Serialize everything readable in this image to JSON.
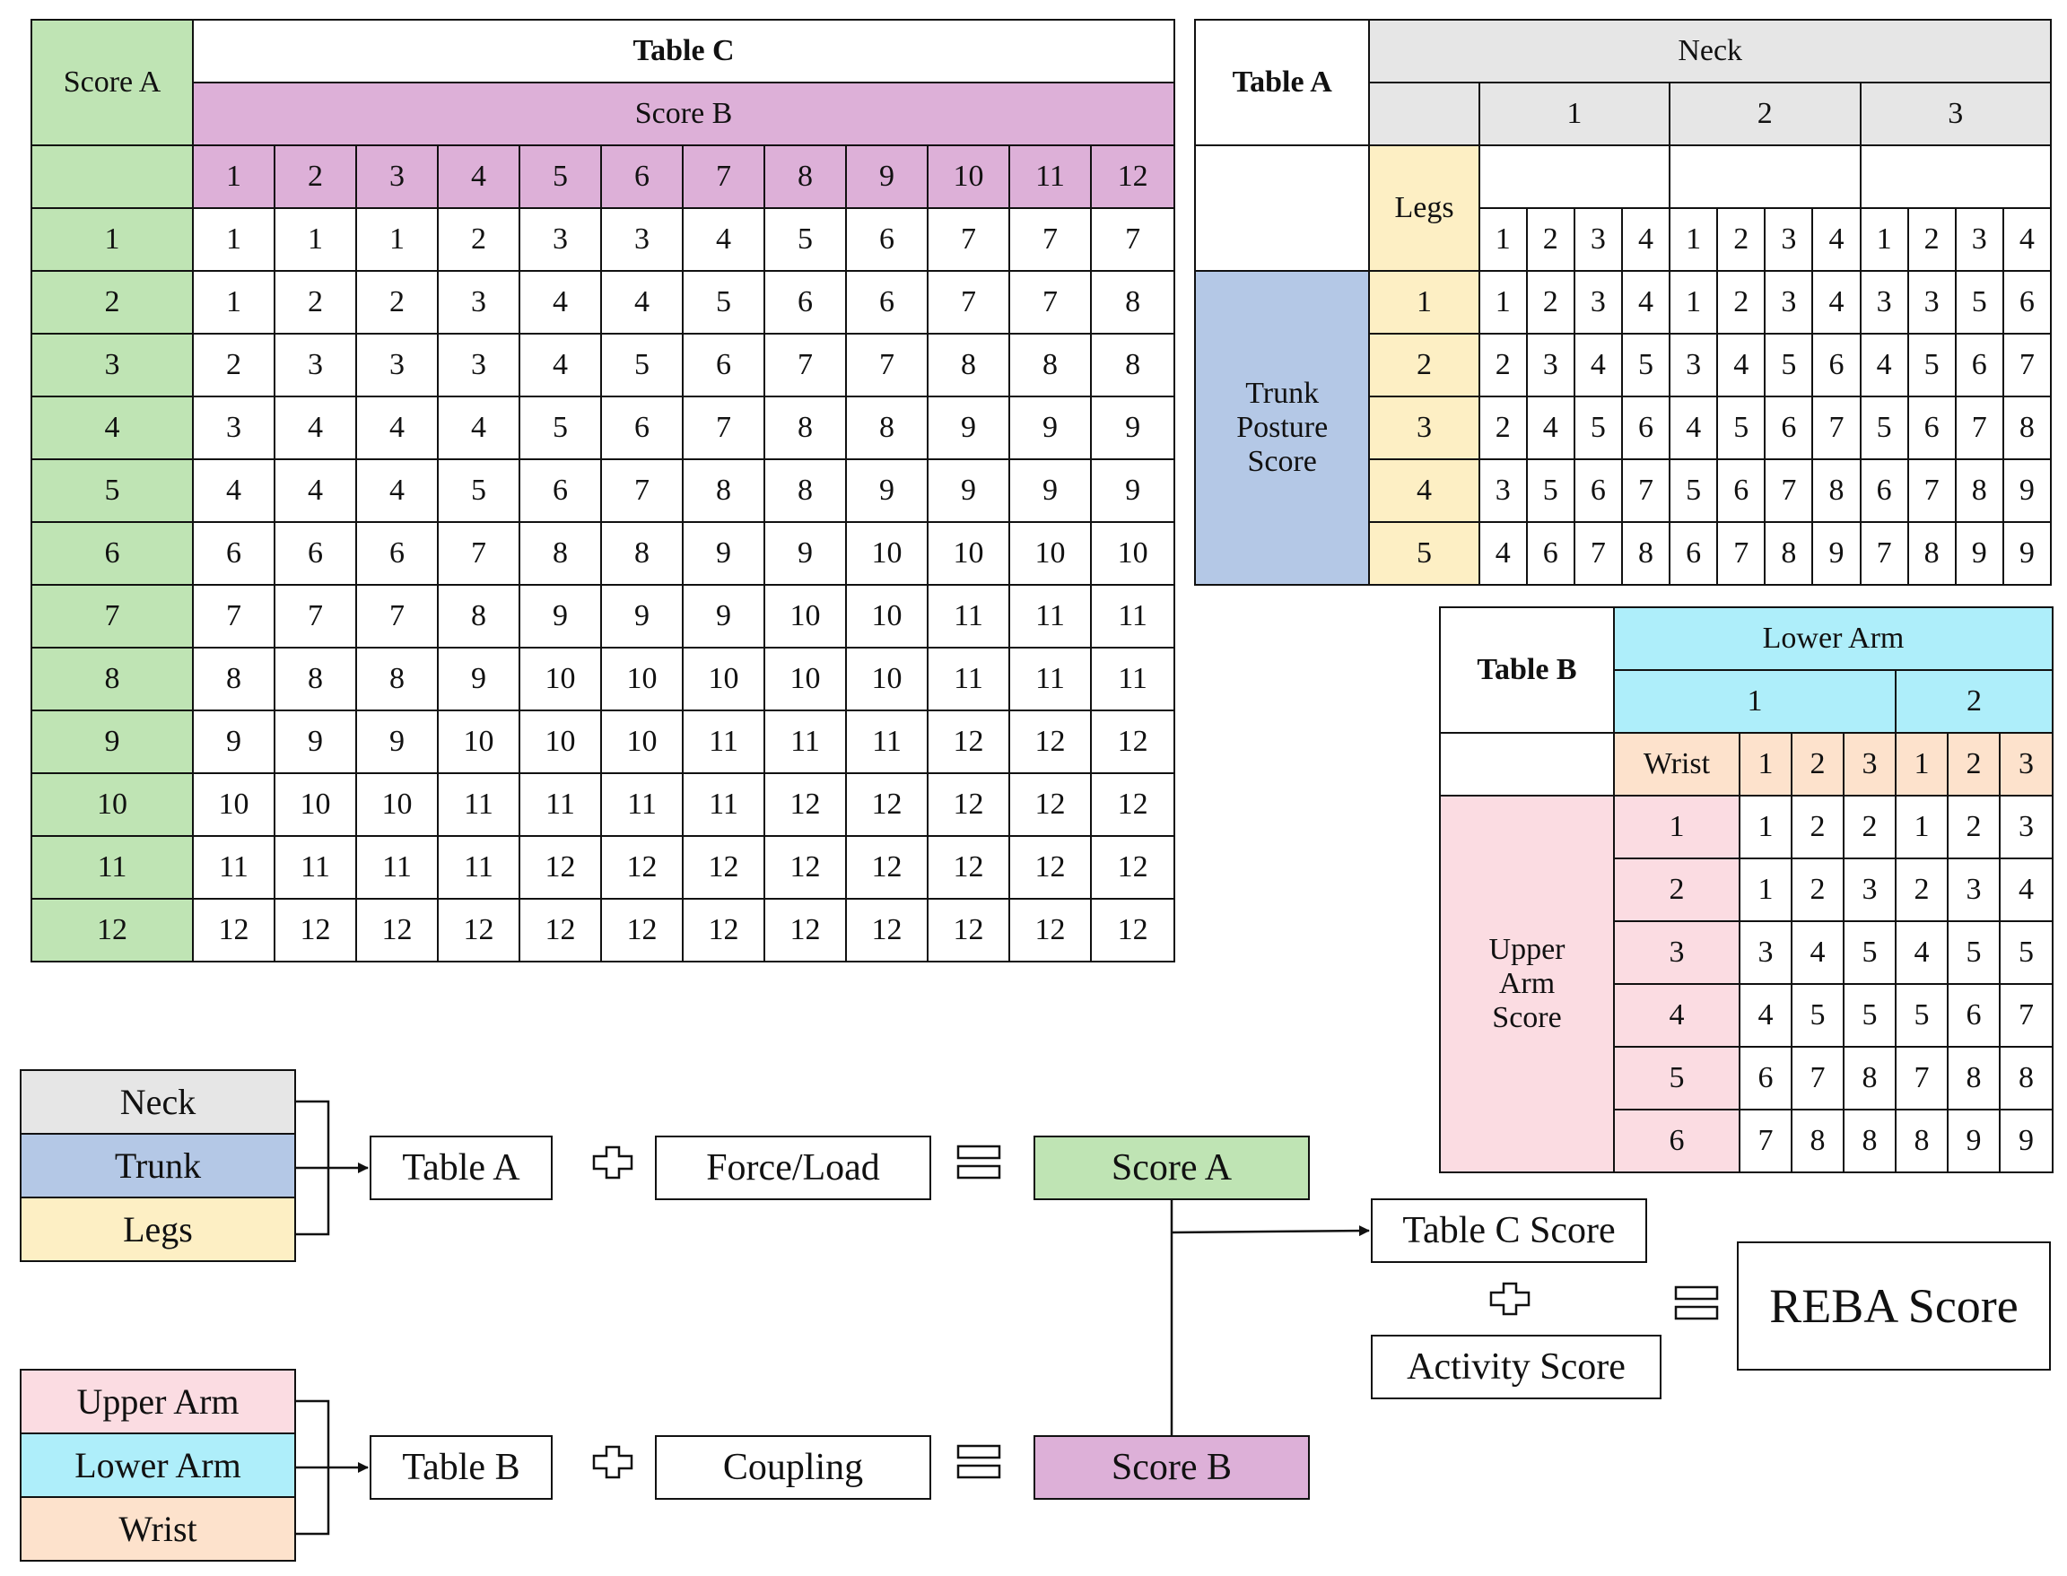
{
  "table_c": {
    "title": "Table C",
    "row_header": "Score A",
    "col_header": "Score B",
    "cols": [
      "1",
      "2",
      "3",
      "4",
      "5",
      "6",
      "7",
      "8",
      "9",
      "10",
      "11",
      "12"
    ],
    "rows": [
      {
        "label": "1",
        "cells": [
          "1",
          "1",
          "1",
          "2",
          "3",
          "3",
          "4",
          "5",
          "6",
          "7",
          "7",
          "7"
        ]
      },
      {
        "label": "2",
        "cells": [
          "1",
          "2",
          "2",
          "3",
          "4",
          "4",
          "5",
          "6",
          "6",
          "7",
          "7",
          "8"
        ]
      },
      {
        "label": "3",
        "cells": [
          "2",
          "3",
          "3",
          "3",
          "4",
          "5",
          "6",
          "7",
          "7",
          "8",
          "8",
          "8"
        ]
      },
      {
        "label": "4",
        "cells": [
          "3",
          "4",
          "4",
          "4",
          "5",
          "6",
          "7",
          "8",
          "8",
          "9",
          "9",
          "9"
        ]
      },
      {
        "label": "5",
        "cells": [
          "4",
          "4",
          "4",
          "5",
          "6",
          "7",
          "8",
          "8",
          "9",
          "9",
          "9",
          "9"
        ]
      },
      {
        "label": "6",
        "cells": [
          "6",
          "6",
          "6",
          "7",
          "8",
          "8",
          "9",
          "9",
          "10",
          "10",
          "10",
          "10"
        ]
      },
      {
        "label": "7",
        "cells": [
          "7",
          "7",
          "7",
          "8",
          "9",
          "9",
          "9",
          "10",
          "10",
          "11",
          "11",
          "11"
        ]
      },
      {
        "label": "8",
        "cells": [
          "8",
          "8",
          "8",
          "9",
          "10",
          "10",
          "10",
          "10",
          "10",
          "11",
          "11",
          "11"
        ]
      },
      {
        "label": "9",
        "cells": [
          "9",
          "9",
          "9",
          "10",
          "10",
          "10",
          "11",
          "11",
          "11",
          "12",
          "12",
          "12"
        ]
      },
      {
        "label": "10",
        "cells": [
          "10",
          "10",
          "10",
          "11",
          "11",
          "11",
          "11",
          "12",
          "12",
          "12",
          "12",
          "12"
        ]
      },
      {
        "label": "11",
        "cells": [
          "11",
          "11",
          "11",
          "11",
          "12",
          "12",
          "12",
          "12",
          "12",
          "12",
          "12",
          "12"
        ]
      },
      {
        "label": "12",
        "cells": [
          "12",
          "12",
          "12",
          "12",
          "12",
          "12",
          "12",
          "12",
          "12",
          "12",
          "12",
          "12"
        ]
      }
    ]
  },
  "table_a": {
    "title": "Table A",
    "neck_header": "Neck",
    "neck_groups": [
      "1",
      "2",
      "3"
    ],
    "legs_header": "Legs",
    "legs_values": [
      "1",
      "2",
      "3",
      "4",
      "1",
      "2",
      "3",
      "4",
      "1",
      "2",
      "3",
      "4"
    ],
    "trunk_header": "Trunk Posture Score",
    "rows": [
      {
        "label": "1",
        "cells": [
          "1",
          "2",
          "3",
          "4",
          "1",
          "2",
          "3",
          "4",
          "3",
          "3",
          "5",
          "6"
        ]
      },
      {
        "label": "2",
        "cells": [
          "2",
          "3",
          "4",
          "5",
          "3",
          "4",
          "5",
          "6",
          "4",
          "5",
          "6",
          "7"
        ]
      },
      {
        "label": "3",
        "cells": [
          "2",
          "4",
          "5",
          "6",
          "4",
          "5",
          "6",
          "7",
          "5",
          "6",
          "7",
          "8"
        ]
      },
      {
        "label": "4",
        "cells": [
          "3",
          "5",
          "6",
          "7",
          "5",
          "6",
          "7",
          "8",
          "6",
          "7",
          "8",
          "9"
        ]
      },
      {
        "label": "5",
        "cells": [
          "4",
          "6",
          "7",
          "8",
          "6",
          "7",
          "8",
          "9",
          "7",
          "8",
          "9",
          "9"
        ]
      }
    ]
  },
  "table_b": {
    "title": "Table B",
    "lower_arm_header": "Lower Arm",
    "lower_arm_groups": [
      "1",
      "2"
    ],
    "wrist_header": "Wrist",
    "wrist_values": [
      "1",
      "2",
      "3",
      "1",
      "2",
      "3"
    ],
    "upper_arm_header": "Upper Arm Score",
    "rows": [
      {
        "label": "1",
        "cells": [
          "1",
          "2",
          "2",
          "1",
          "2",
          "3"
        ]
      },
      {
        "label": "2",
        "cells": [
          "1",
          "2",
          "3",
          "2",
          "3",
          "4"
        ]
      },
      {
        "label": "3",
        "cells": [
          "3",
          "4",
          "5",
          "4",
          "5",
          "5"
        ]
      },
      {
        "label": "4",
        "cells": [
          "4",
          "5",
          "5",
          "5",
          "6",
          "7"
        ]
      },
      {
        "label": "5",
        "cells": [
          "6",
          "7",
          "8",
          "7",
          "8",
          "8"
        ]
      },
      {
        "label": "6",
        "cells": [
          "7",
          "8",
          "8",
          "8",
          "9",
          "9"
        ]
      }
    ]
  },
  "flow": {
    "group_a": [
      "Neck",
      "Trunk",
      "Legs"
    ],
    "group_b": [
      "Upper Arm",
      "Lower Arm",
      "Wrist"
    ],
    "table_a": "Table A",
    "table_b": "Table B",
    "force_load": "Force/Load",
    "coupling": "Coupling",
    "score_a": "Score A",
    "score_b": "Score B",
    "table_c_score": "Table C Score",
    "activity_score": "Activity Score",
    "reba_score": "REBA Score",
    "colors": {
      "neck": "#e6e6e6",
      "trunk": "#b4c8e6",
      "legs": "#fdefc4",
      "upper_arm": "#fbdce2",
      "lower_arm": "#aeeefa",
      "wrist": "#fde2cc",
      "score_a": "#bfe4b4",
      "score_b": "#ddb0d8"
    }
  }
}
